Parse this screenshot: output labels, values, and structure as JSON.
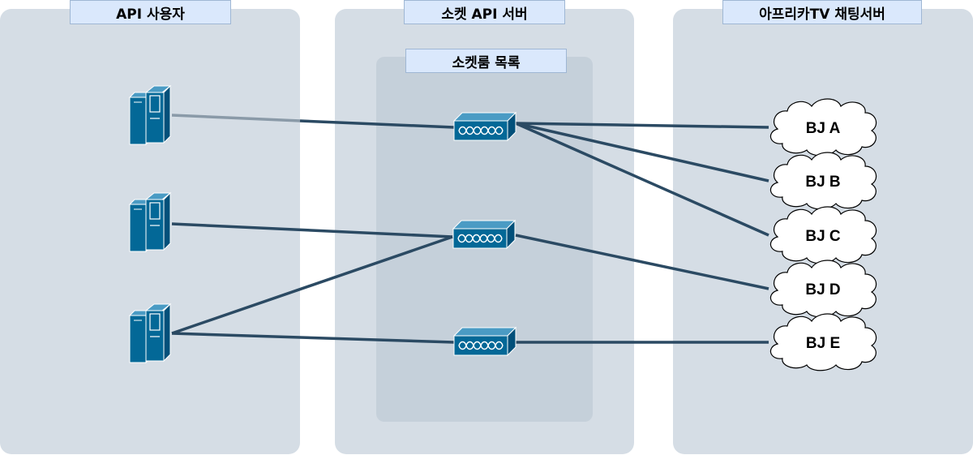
{
  "columns": {
    "users": "API 사용자",
    "socket": "소켓 API 서버",
    "chat": "아프리카TV 채팅서버"
  },
  "rooms_label": "소켓룸 목록",
  "clients": [
    "client-1",
    "client-2",
    "client-3"
  ],
  "rooms": [
    "room-1",
    "room-2",
    "room-3"
  ],
  "bjs": [
    "BJ A",
    "BJ B",
    "BJ C",
    "BJ D",
    "BJ E"
  ],
  "connections": {
    "client_to_room": [
      [
        0,
        0
      ],
      [
        1,
        1
      ],
      [
        2,
        1
      ],
      [
        2,
        2
      ]
    ],
    "room_to_bj": [
      [
        0,
        0
      ],
      [
        0,
        1
      ],
      [
        0,
        2
      ],
      [
        1,
        3
      ],
      [
        2,
        4
      ]
    ]
  },
  "colors": {
    "panel": "#d5dde5",
    "inner_panel": "#c5d0da",
    "label_bg": "#dae8fc",
    "line": "#2b4a63",
    "line_faded": "#8a9aa8",
    "device": "#036897"
  }
}
